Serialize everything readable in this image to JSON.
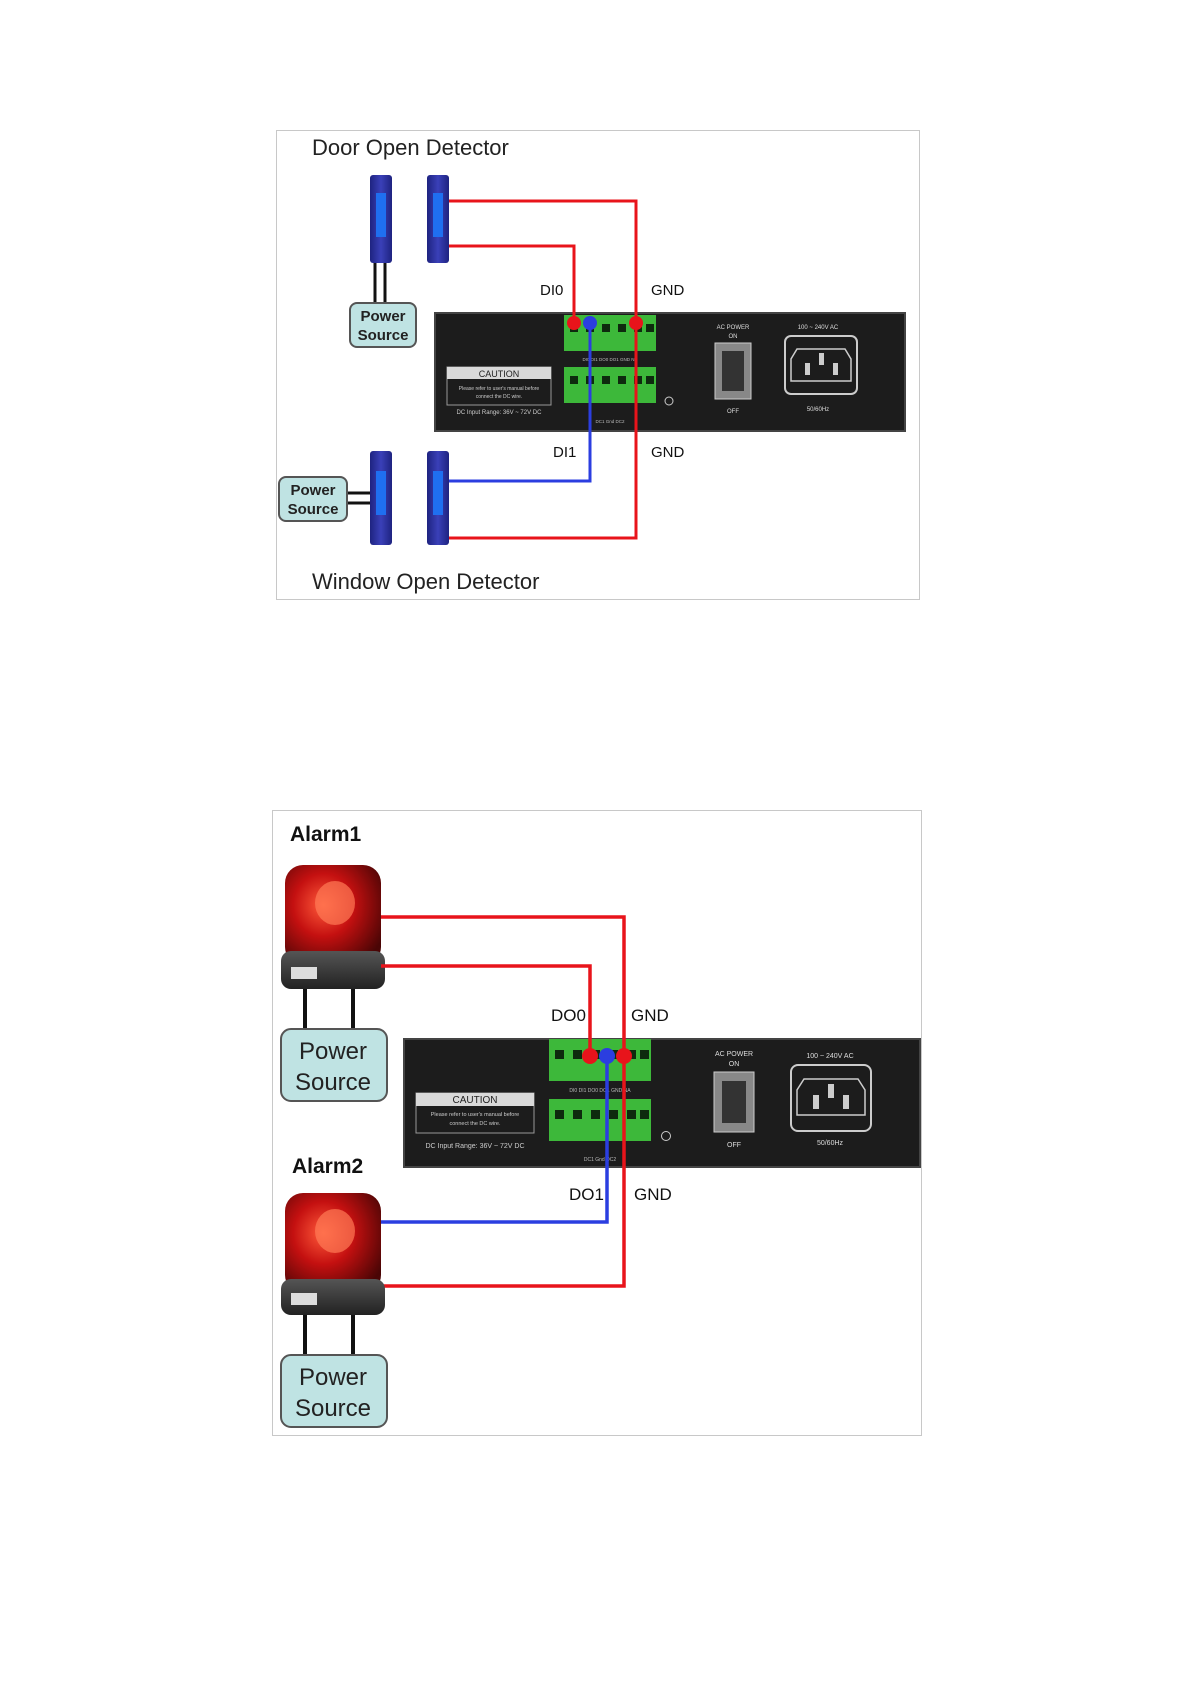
{
  "diagram1": {
    "title_top": "Door Open Detector",
    "title_bottom": "Window Open Detector",
    "power_source_1": {
      "line1": "Power",
      "line2": "Source"
    },
    "power_source_2": {
      "line1": "Power",
      "line2": "Source"
    },
    "labels": {
      "di0": "DI0",
      "gnd_top": "GND",
      "di1": "DI1",
      "gnd_bottom": "GND"
    },
    "device": {
      "caution": "CAUTION",
      "caution_note_1": "Please refer to user's manual before",
      "caution_note_2": "connect the DC wire.",
      "dc_range": "DC Input Range: 36V ~ 72V DC",
      "terminal_top": "DI0  DI1  DO0  DO1  GND  NA",
      "terminal_bottom": "DC1      Gnd      DC2",
      "ac_power": "AC POWER",
      "on": "ON",
      "off": "OFF",
      "voltage": "100 ~ 240V AC",
      "freq": "50/60Hz"
    }
  },
  "diagram2": {
    "alarm1": "Alarm1",
    "alarm2": "Alarm2",
    "power_source_1": {
      "line1": "Power",
      "line2": "Source"
    },
    "power_source_2": {
      "line1": "Power",
      "line2": "Source"
    },
    "labels": {
      "do0": "DO0",
      "gnd_top": "GND",
      "do1": "DO1",
      "gnd_bottom": "GND"
    },
    "device": {
      "caution": "CAUTION",
      "caution_note_1": "Please refer to user's manual before",
      "caution_note_2": "connect the DC wire.",
      "dc_range": "DC Input Range: 36V ~ 72V DC",
      "terminal_top": "DI0  DI1  DO0  DO1  GND  NA",
      "terminal_bottom": "DC1      Gnd      DC2",
      "ac_power": "AC POWER",
      "on": "ON",
      "off": "OFF",
      "voltage": "100 ~ 240V AC",
      "freq": "50/60Hz"
    }
  },
  "colors": {
    "wire_red": "#e8141b",
    "wire_blue": "#2b3ee0",
    "terminal_green": "#3db83a",
    "panel": "#1c1c1c",
    "power_box": "#bfe3e3",
    "sensor": "#2a2f9a"
  }
}
